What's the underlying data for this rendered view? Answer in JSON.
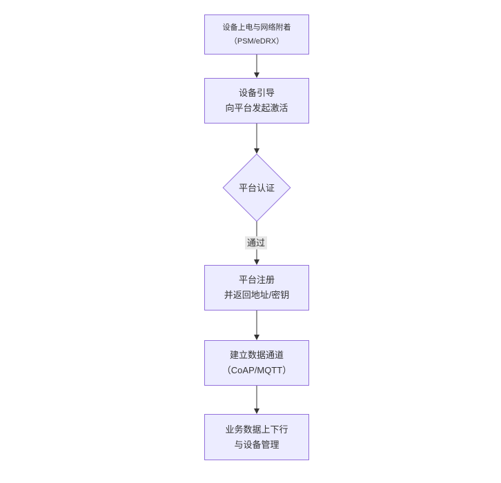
{
  "diagram": {
    "type": "flowchart",
    "direction": "top-down",
    "colors": {
      "node_fill": "#ECECFF",
      "node_border": "#9370DB",
      "arrow_color": "#333333",
      "text_color": "#333333",
      "edge_label_bg": "#e8e8e8",
      "background": "#ffffff"
    },
    "nodes": [
      {
        "id": "power-attach",
        "type": "rect",
        "lines": [
          "设备上电与网络附着",
          "（PSM/eDRX）"
        ]
      },
      {
        "id": "bootstrap",
        "type": "rect",
        "lines": [
          "设备引导",
          "向平台发起激活"
        ]
      },
      {
        "id": "platform-auth",
        "type": "diamond",
        "lines": [
          "平台认证"
        ]
      },
      {
        "id": "register",
        "type": "rect",
        "lines": [
          "平台注册",
          "并返回地址/密钥"
        ]
      },
      {
        "id": "data-channel",
        "type": "rect",
        "lines": [
          "建立数据通道",
          "（CoAP/MQTT）"
        ]
      },
      {
        "id": "business-data",
        "type": "rect",
        "lines": [
          "业务数据上下行",
          "与设备管理"
        ]
      }
    ],
    "edges": [
      {
        "from": "power-attach",
        "to": "bootstrap",
        "label": ""
      },
      {
        "from": "bootstrap",
        "to": "platform-auth",
        "label": ""
      },
      {
        "from": "platform-auth",
        "to": "register",
        "label": "通过"
      },
      {
        "from": "register",
        "to": "data-channel",
        "label": ""
      },
      {
        "from": "data-channel",
        "to": "business-data",
        "label": ""
      }
    ]
  }
}
